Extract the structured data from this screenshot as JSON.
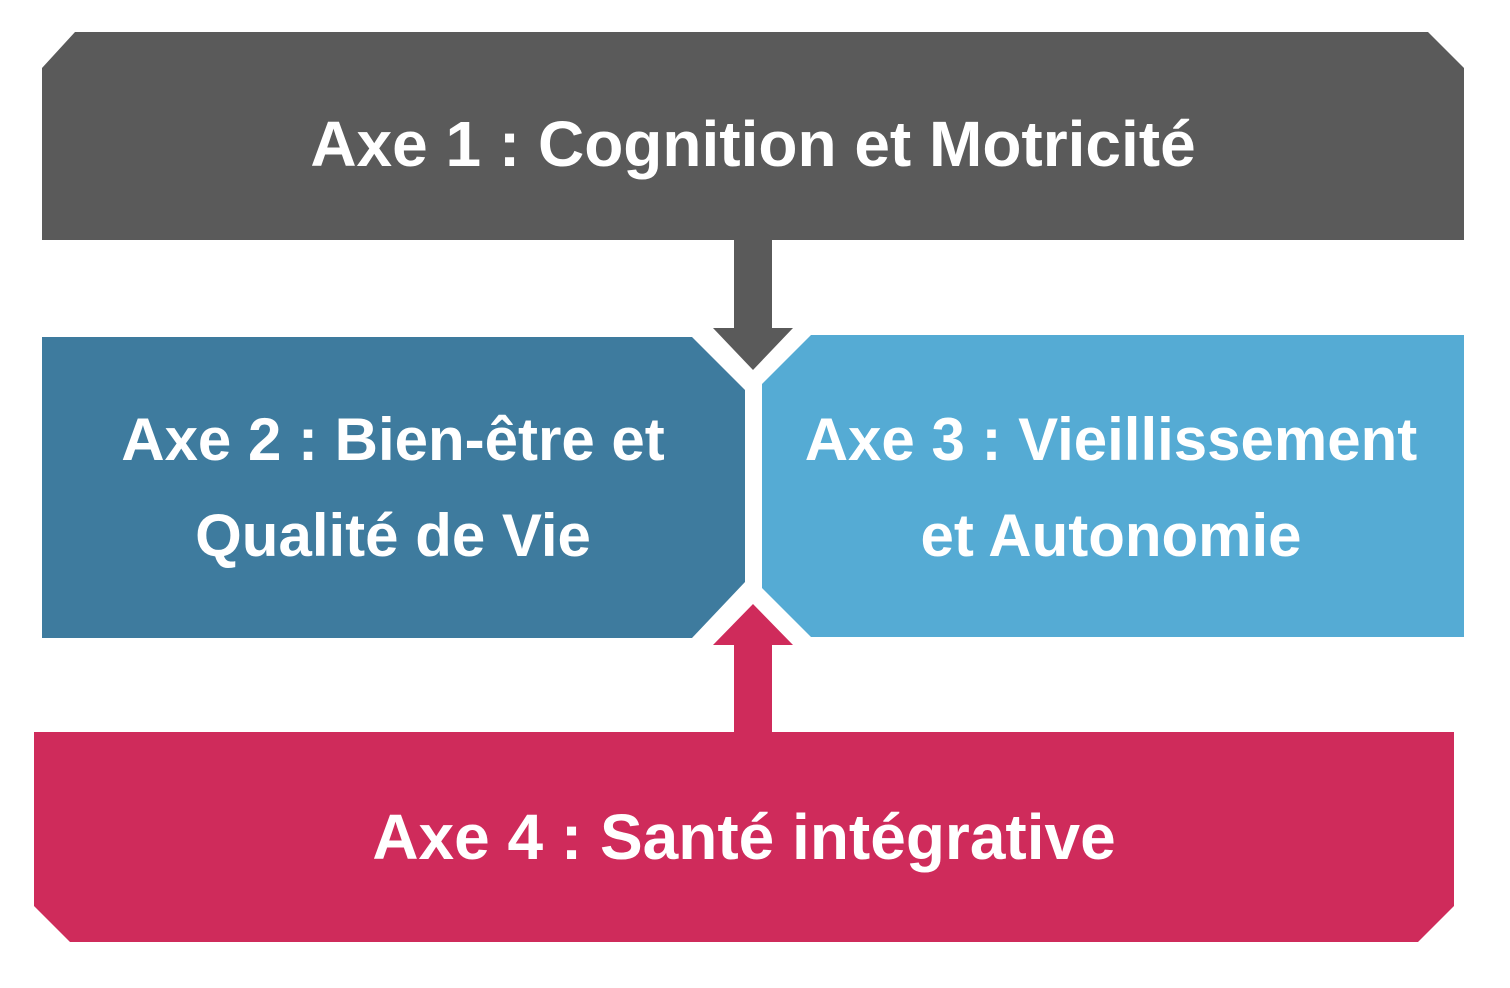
{
  "colors": {
    "axe1": "#5a5a5a",
    "axe2": "#3e7b9e",
    "axe3": "#55abd4",
    "axe4": "#cf2b5b",
    "text": "#ffffff",
    "background": "#ffffff"
  },
  "axes": [
    {
      "id": "axe1",
      "lines": [
        "Axe 1 : Cognition et Motricité"
      ]
    },
    {
      "id": "axe2",
      "lines": [
        "Axe 2 : Bien-être et",
        "Qualité de Vie"
      ]
    },
    {
      "id": "axe3",
      "lines": [
        "Axe 3 : Vieillissement",
        "et Autonomie"
      ]
    },
    {
      "id": "axe4",
      "lines": [
        "Axe 4 : Santé intégrative"
      ]
    }
  ]
}
